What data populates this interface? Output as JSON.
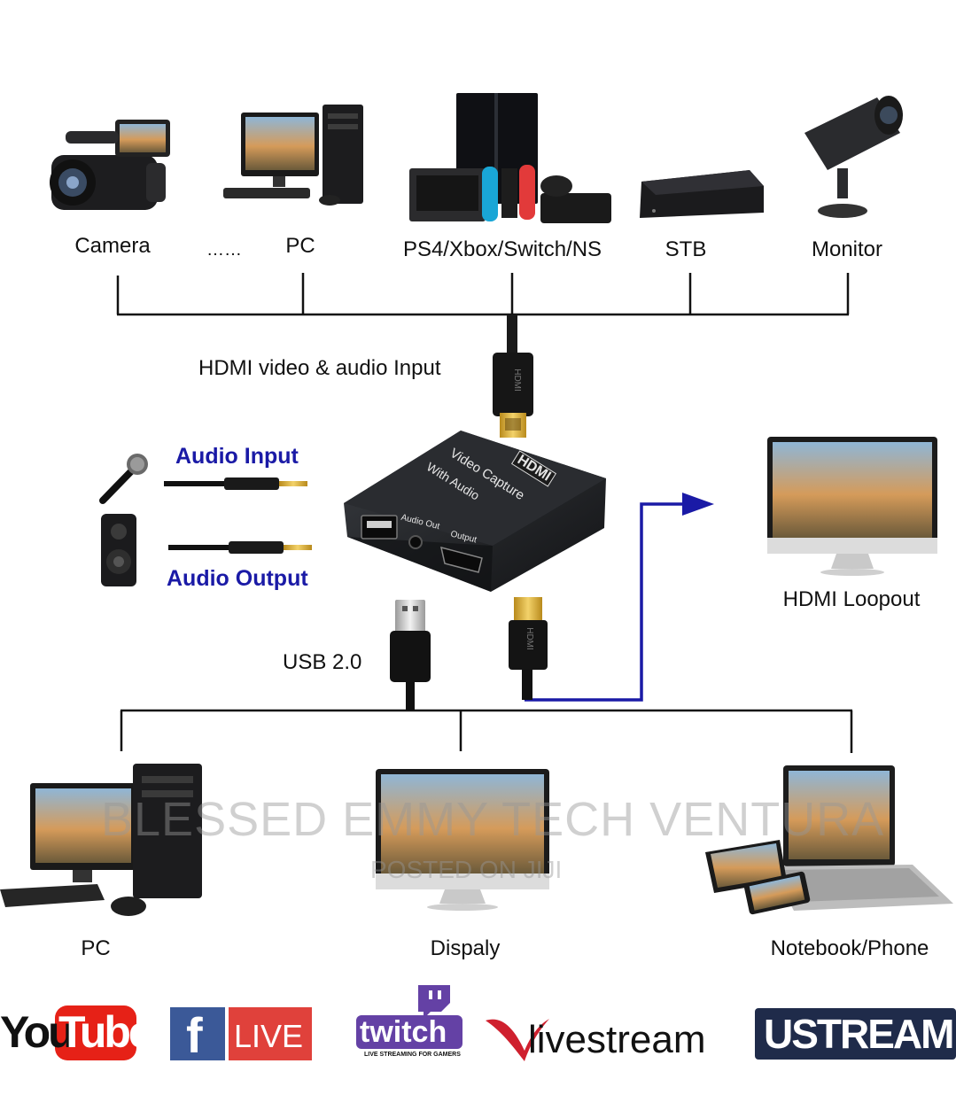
{
  "sources": {
    "camera": "Camera",
    "dots": "……",
    "pc": "PC",
    "consoles": "PS4/Xbox/Switch/NS",
    "stb": "STB",
    "monitor": "Monitor"
  },
  "input_label": "HDMI video & audio Input",
  "audio": {
    "input": "Audio Input",
    "output": "Audio Output"
  },
  "device": {
    "brand": "HDMI",
    "name_line1": "Video Capture",
    "name_line2": "With Audio",
    "port_audio_out": "Audio Out",
    "port_output": "Output",
    "cable_hdmi": "HDMI"
  },
  "loopout_label": "HDMI Loopout",
  "usb_label": "USB 2.0",
  "outputs": {
    "pc": "PC",
    "display": "Dispaly",
    "notebook": "Notebook/Phone"
  },
  "watermark": {
    "line1": "BLESSED EMMY TECH VENTURA",
    "line2": "POSTED ON JIJI"
  },
  "platforms": {
    "youtube_you": "You",
    "youtube_tube": "Tube",
    "facebook_f": "f",
    "facebook_live": "LIVE",
    "twitch": "twitch",
    "twitch_tagline": "LIVE STREAMING FOR GAMERS",
    "livestream": "livestream",
    "ustream": "USTREAM"
  },
  "colors": {
    "line": "#111111",
    "loop_arrow": "#1a1aa6",
    "youtube_red": "#e62117",
    "facebook_blue": "#3b5998",
    "facebook_live_red": "#e0413b",
    "twitch_purple": "#6441a5",
    "livestream_red": "#cf202e",
    "ustream_navy": "#1f2b4a"
  }
}
